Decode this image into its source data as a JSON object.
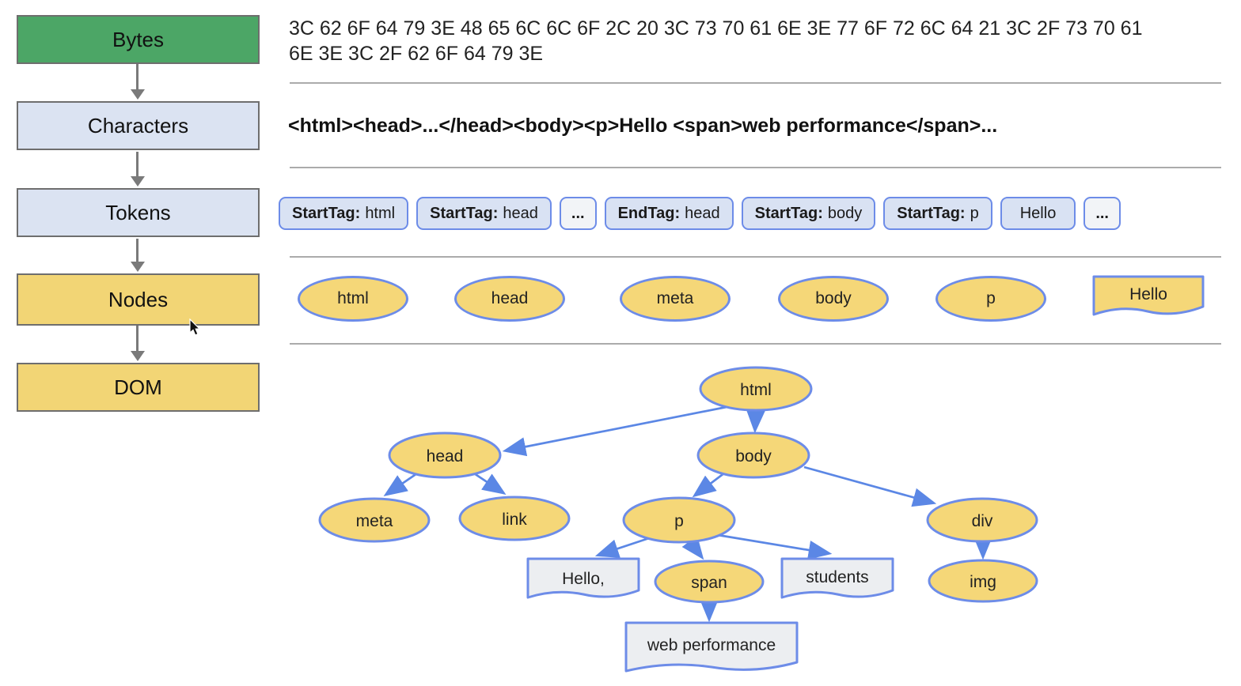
{
  "pipeline": {
    "stages": [
      {
        "label": "Bytes",
        "color": "#4ca666"
      },
      {
        "label": "Characters",
        "color": "#dbe3f2"
      },
      {
        "label": "Tokens",
        "color": "#dbe3f2"
      },
      {
        "label": "Nodes",
        "color": "#f2d575"
      },
      {
        "label": "DOM",
        "color": "#f2d575"
      }
    ]
  },
  "bytes_row": {
    "line1": "3C 62 6F 64 79 3E 48 65 6C 6C 6F 2C 20 3C 73 70 61 6E 3E 77 6F 72 6C 64 21 3C 2F 73 70 61",
    "line2": "6E 3E 3C 2F 62 6F 64 79 3E"
  },
  "characters_row": {
    "text": "<html><head>...</head><body><p>Hello <span>web performance</span>..."
  },
  "tokens_row": {
    "items": [
      {
        "label": "StartTag:",
        "value": "html",
        "kind": "tag"
      },
      {
        "label": "StartTag:",
        "value": "head",
        "kind": "tag"
      },
      {
        "label": "",
        "value": "...",
        "kind": "ellipsis"
      },
      {
        "label": "EndTag:",
        "value": "head",
        "kind": "tag"
      },
      {
        "label": "StartTag:",
        "value": "body",
        "kind": "tag"
      },
      {
        "label": "StartTag:",
        "value": "p",
        "kind": "tag"
      },
      {
        "label": "",
        "value": "Hello",
        "kind": "text"
      },
      {
        "label": "",
        "value": "...",
        "kind": "ellipsis"
      }
    ]
  },
  "nodes_row": {
    "ellipses": [
      {
        "label": "html"
      },
      {
        "label": "head"
      },
      {
        "label": "meta"
      },
      {
        "label": "body"
      },
      {
        "label": "p"
      }
    ],
    "text_node": {
      "label": "Hello"
    }
  },
  "dom_tree": {
    "nodes": [
      {
        "label": "html",
        "type": "element"
      },
      {
        "label": "head",
        "type": "element"
      },
      {
        "label": "body",
        "type": "element"
      },
      {
        "label": "meta",
        "type": "element"
      },
      {
        "label": "link",
        "type": "element"
      },
      {
        "label": "p",
        "type": "element"
      },
      {
        "label": "div",
        "type": "element"
      },
      {
        "label": "span",
        "type": "element"
      },
      {
        "label": "img",
        "type": "element"
      },
      {
        "label": "Hello,",
        "type": "text"
      },
      {
        "label": "students",
        "type": "text"
      },
      {
        "label": "web performance",
        "type": "text"
      }
    ],
    "edges": [
      [
        "html",
        "head"
      ],
      [
        "html",
        "body"
      ],
      [
        "head",
        "meta"
      ],
      [
        "head",
        "link"
      ],
      [
        "body",
        "p"
      ],
      [
        "body",
        "div"
      ],
      [
        "p",
        "Hello,"
      ],
      [
        "p",
        "span"
      ],
      [
        "p",
        "students"
      ],
      [
        "span",
        "web performance"
      ],
      [
        "div",
        "img"
      ]
    ]
  },
  "colors": {
    "stage_green": "#4ca666",
    "stage_blue": "#dbe3f2",
    "stage_yellow": "#f2d575",
    "node_yellow": "#f5d778",
    "token_fill": "#d9e2f3",
    "token_border": "#6d8ce8",
    "tree_accent": "#5b87e5",
    "text_node_fill": "#eceef1",
    "separator_gray": "#ababab",
    "flow_arrow_gray": "#7a7a7a"
  }
}
